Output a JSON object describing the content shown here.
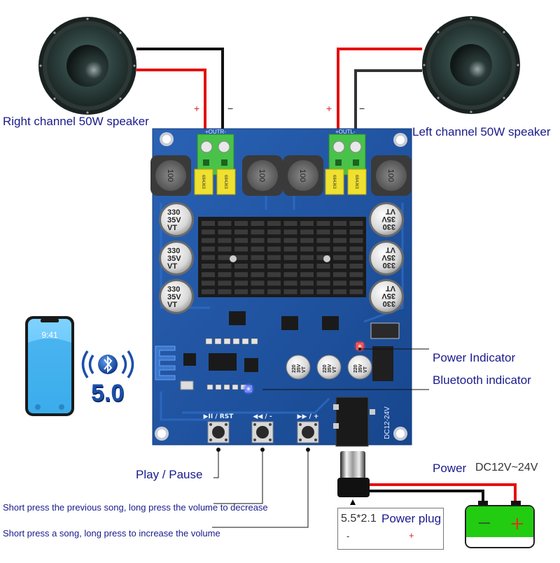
{
  "speakers": {
    "right": {
      "label": "Right channel 50W speaker",
      "plus": "+",
      "minus": "−"
    },
    "left": {
      "label": "Left channel 50W speaker",
      "plus": "+",
      "minus": "−"
    }
  },
  "board": {
    "outputs": [
      "+OUTR-",
      "+OUTL-"
    ],
    "inductor_marking": "100",
    "film_cap_marking": "684J63",
    "big_cap_marking": [
      "330",
      "35V",
      "VT"
    ],
    "small_cap_marking": [
      "220",
      "35V",
      "VT"
    ],
    "dc_label": "DC12-24V",
    "buttons": [
      {
        "silk": "▶II / RST"
      },
      {
        "silk": "◀◀ / -"
      },
      {
        "silk": "▶▶ / +"
      }
    ]
  },
  "phone": {
    "time": "9:41"
  },
  "bluetooth": {
    "version": "5.0"
  },
  "indicators": {
    "power": "Power Indicator",
    "bluetooth": "Bluetooth indicator"
  },
  "controls": {
    "play_pause": "Play / Pause",
    "previous": "Short press the previous song, long press the volume to decrease",
    "next": "Short press a song, long press to increase the volume"
  },
  "power": {
    "label": "Power",
    "range": "DC12V~24V",
    "plug_size": "5.5*2.1",
    "plug_label": "Power plug",
    "plug_minus": "-",
    "plug_plus": "+",
    "battery_minus": "−",
    "battery_plus": "+"
  },
  "colors": {
    "label_text": "#1a1a8c",
    "wire_red": "#e51010",
    "wire_black": "#111111",
    "pcb_blue": "#1d4f9a",
    "terminal_green": "#49c24a",
    "battery_green": "#22cc11",
    "power_led": "#ff3030",
    "bt_led": "#4d6bff"
  }
}
